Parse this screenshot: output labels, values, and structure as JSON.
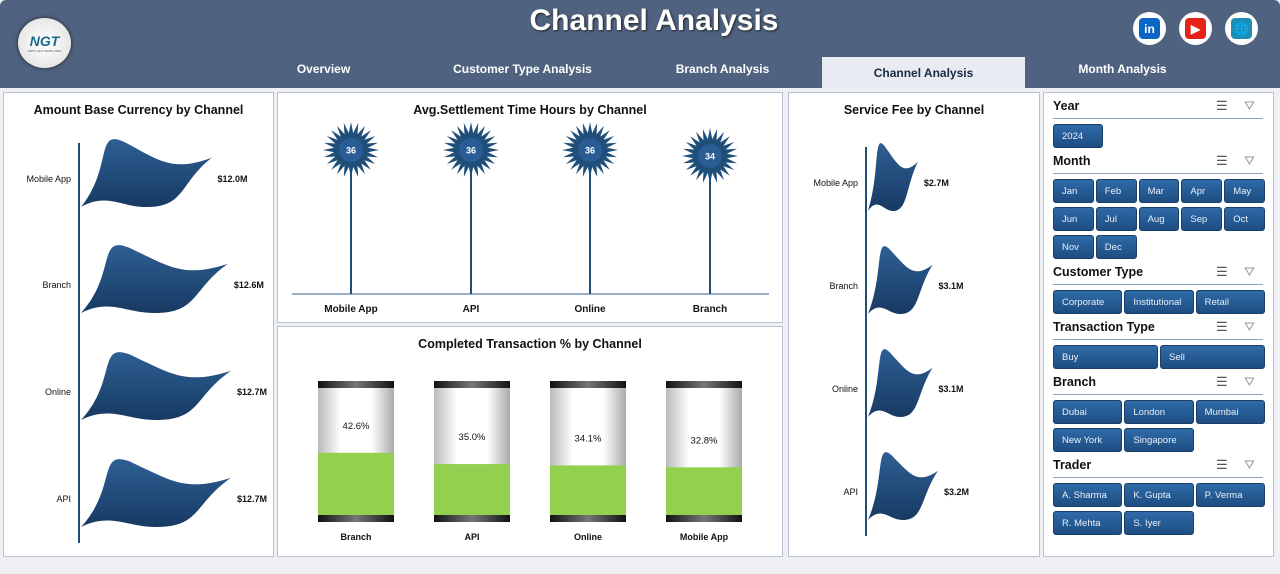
{
  "header": {
    "title": "Channel Analysis",
    "logo_text": "NGT",
    "logo_sub": "NEXT GEN TEMPLATES",
    "tabs": [
      {
        "label": "Overview"
      },
      {
        "label": "Customer Type Analysis"
      },
      {
        "label": "Branch Analysis"
      },
      {
        "label": "Channel Analysis",
        "active": true
      },
      {
        "label": "Month Analysis"
      }
    ],
    "social": [
      {
        "name": "linkedin-icon",
        "glyph": "in",
        "color": "#0a66c2"
      },
      {
        "name": "youtube-icon",
        "glyph": "▶",
        "color": "#e62117"
      },
      {
        "name": "globe-icon",
        "glyph": "🌐",
        "color": "#1d8fb5"
      }
    ]
  },
  "chart_data": [
    {
      "type": "bar",
      "title": "Amount Base Currency by Channel",
      "categories": [
        "Mobile App",
        "Branch",
        "Online",
        "API"
      ],
      "values": [
        12.0,
        12.6,
        12.7,
        12.7
      ],
      "labels": [
        "$12.0M",
        "$12.6M",
        "$12.7M",
        "$12.7M"
      ],
      "unit": "$M",
      "orientation": "horizontal",
      "color": "#1f4e79"
    },
    {
      "type": "bar",
      "title": "Avg.Settlement Time Hours by Channel",
      "categories": [
        "Mobile App",
        "API",
        "Online",
        "Branch"
      ],
      "values": [
        36,
        36,
        36,
        34
      ],
      "color": "#1f4e79"
    },
    {
      "type": "bar",
      "title": "Completed Transaction % by Channel",
      "categories": [
        "Branch",
        "API",
        "Online",
        "Mobile App"
      ],
      "values": [
        42.6,
        35.0,
        34.1,
        32.8
      ],
      "labels": [
        "42.6%",
        "35.0%",
        "34.1%",
        "32.8%"
      ],
      "ylim": [
        0,
        100
      ],
      "color": "#92d050"
    },
    {
      "type": "bar",
      "title": "Service Fee by Channel",
      "categories": [
        "Mobile App",
        "Branch",
        "Online",
        "API"
      ],
      "values": [
        2.7,
        3.1,
        3.1,
        3.2
      ],
      "labels": [
        "$2.7M",
        "$3.1M",
        "$3.1M",
        "$3.2M"
      ],
      "unit": "$M",
      "orientation": "horizontal",
      "color": "#1f4e79"
    }
  ],
  "slicers": [
    {
      "title": "Year",
      "items": [
        "2024"
      ],
      "cols": 4
    },
    {
      "title": "Month",
      "items": [
        "Jan",
        "Feb",
        "Mar",
        "Apr",
        "May",
        "Jun",
        "Jul",
        "Aug",
        "Sep",
        "Oct",
        "Nov",
        "Dec"
      ],
      "cols": 5
    },
    {
      "title": "Customer Type",
      "items": [
        "Corporate",
        "Institutional",
        "Retail"
      ],
      "cols": 3
    },
    {
      "title": "Transaction Type",
      "items": [
        "Buy",
        "Sell"
      ],
      "cols": 2
    },
    {
      "title": "Branch",
      "items": [
        "Dubai",
        "London",
        "Mumbai",
        "New York",
        "Singapore"
      ],
      "cols": 3
    },
    {
      "title": "Trader",
      "items": [
        "A. Sharma",
        "K. Gupta",
        "P. Verma",
        "R. Mehta",
        "S. Iyer"
      ],
      "cols": 3
    }
  ]
}
